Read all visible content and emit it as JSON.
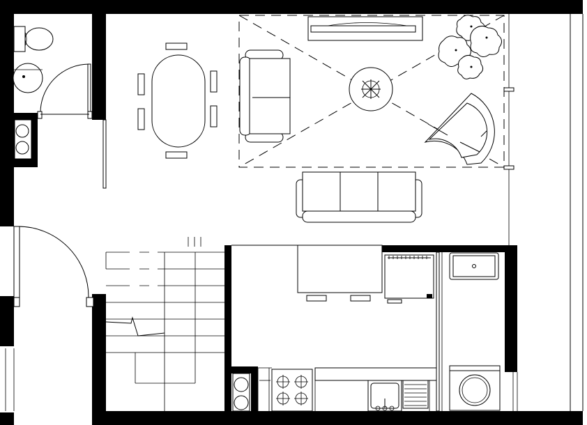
{
  "drawing": {
    "type": "architectural floor plan",
    "rooms": [
      "bathroom",
      "living-dining",
      "entrance-hall",
      "staircase",
      "kitchen",
      "utility"
    ],
    "colors": {
      "line": "#000000",
      "background": "#ffffff"
    },
    "labels": []
  }
}
